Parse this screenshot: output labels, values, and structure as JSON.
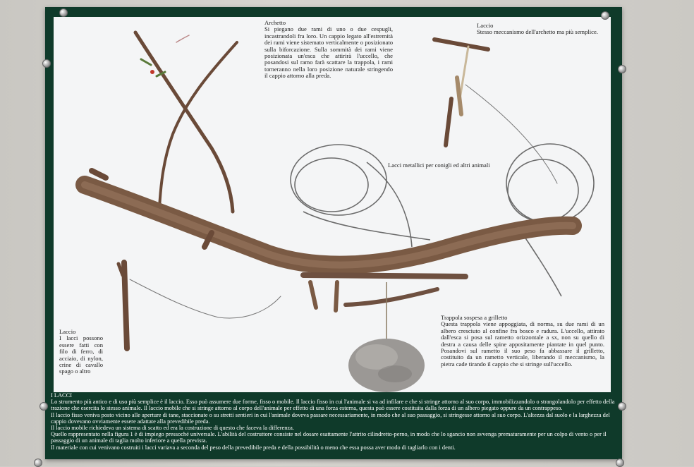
{
  "texts": {
    "archetto_title": "Archetto",
    "archetto_body": "Si piegano due rami di uno o due cespugli, incastrandoli fra loro. Un cappio legato all'estremità dei rami viene sistemato verticalmente o posizionato sulla biforcazione. Sulla sommità dei rami viene posizionata un'esca che attirirà l'uccello, che posandosi sul ramo farà scattare la trappola, i rami torneranno nella loro posizione naturale stringendo il cappio attorno alla preda.",
    "laccio_top_title": "Laccio",
    "laccio_top_body": "Stesso meccanismo dell'archetto ma più semplice.",
    "lacci_metallici": "Lacci metallici per conigli ed altri animali",
    "grilletto_title": "Trappola sospesa a grilletto",
    "grilletto_body": "Questa trappola viene appoggiata, di norma, su due rami di un albero cresciuto al confine fra bosco e radura. L'uccello, attirato dall'esca si posa sul rametto orizzontale a sx, non su quello di destra a causa delle spine appositamente piantate in quel punto. Posandovi sul rametto il suo peso fa abbassare il grilletto, costituito da un rametto verticale, liberando il meccanismo, la pietra cade tirando il cappio che si stringe sull'uccello.",
    "laccio_left_title": "Laccio",
    "laccio_left_body": "I lacci possono essere fatti con filo di ferro, di acciaio, di nylon, crine di cavallo spago o altro"
  },
  "footer": {
    "heading": "I LACCI",
    "p1": "Lo strumento più antico e di uso più semplice è il laccio. Esso può assumere due forme, fisso o mobile. Il laccio fisso in cui l'animale si va ad infilare e che si stringe attorno al suo corpo, immobilizzandolo o strangolandolo per effetto della trazione che esercita lo stesso animale. Il laccio mobile che si stringe attorno al corpo dell'animale per effetto di una forza esterna, questa può essere costituita dalla forza di un albero piegato oppure da un contrappeso.",
    "p2": "Il laccio fisso veniva posto vicino alle aperture di tane, staccionate o su stretti sentieri in cui l'animale doveva passare necessariamente, in modo che al suo passaggio, si stringesse attorno al suo corpo. L'altezza dal suolo e la larghezza del cappio dovevano ovviamente essere adattate alla prevedibile preda.",
    "p3": "Il laccio mobile richiedeva un sistema di scatto ed era la costruzione di questo che faceva la differenza.",
    "p4": "Quello rappresentato nella figura 1 è di impiego pressoché universale. L'abilità del costruttore consiste nel dosare esattamente l'attrito cilindretto-perno, in modo che lo sgancio non avvenga prematuramente per un colpo di vento o per il passaggio di un animale di taglia molto inferiore a quella prevista.",
    "p5": "Il materiale con cui venivano costruiti i lacci variava a seconda del peso della prevedibile preda e della possibilità o meno che essa possa aver modo di tagliarlo con i denti."
  },
  "colors": {
    "board": "#0f3a2a",
    "panel": "#f4f5f6",
    "wood": "#7a5a44",
    "wire": "#6b6b6b",
    "stone": "#9b9895"
  }
}
